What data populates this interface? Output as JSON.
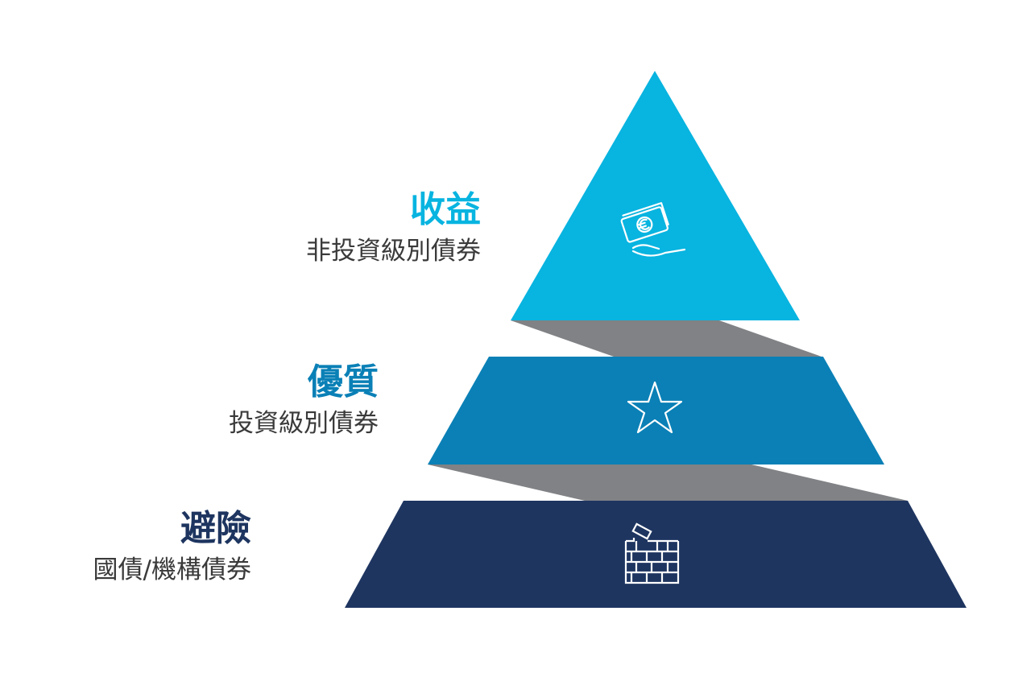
{
  "colors": {
    "top": "#08b4e0",
    "middle": "#0a80b6",
    "bottom": "#1e3560",
    "connector": "#808285"
  },
  "tiers": [
    {
      "title": "收益",
      "subtitle": "非投資級別債券",
      "icon": "money-hand-icon"
    },
    {
      "title": "優質",
      "subtitle": "投資級別債券",
      "icon": "star-icon"
    },
    {
      "title": "避險",
      "subtitle": "國債/機構債券",
      "icon": "brick-wall-icon"
    }
  ]
}
